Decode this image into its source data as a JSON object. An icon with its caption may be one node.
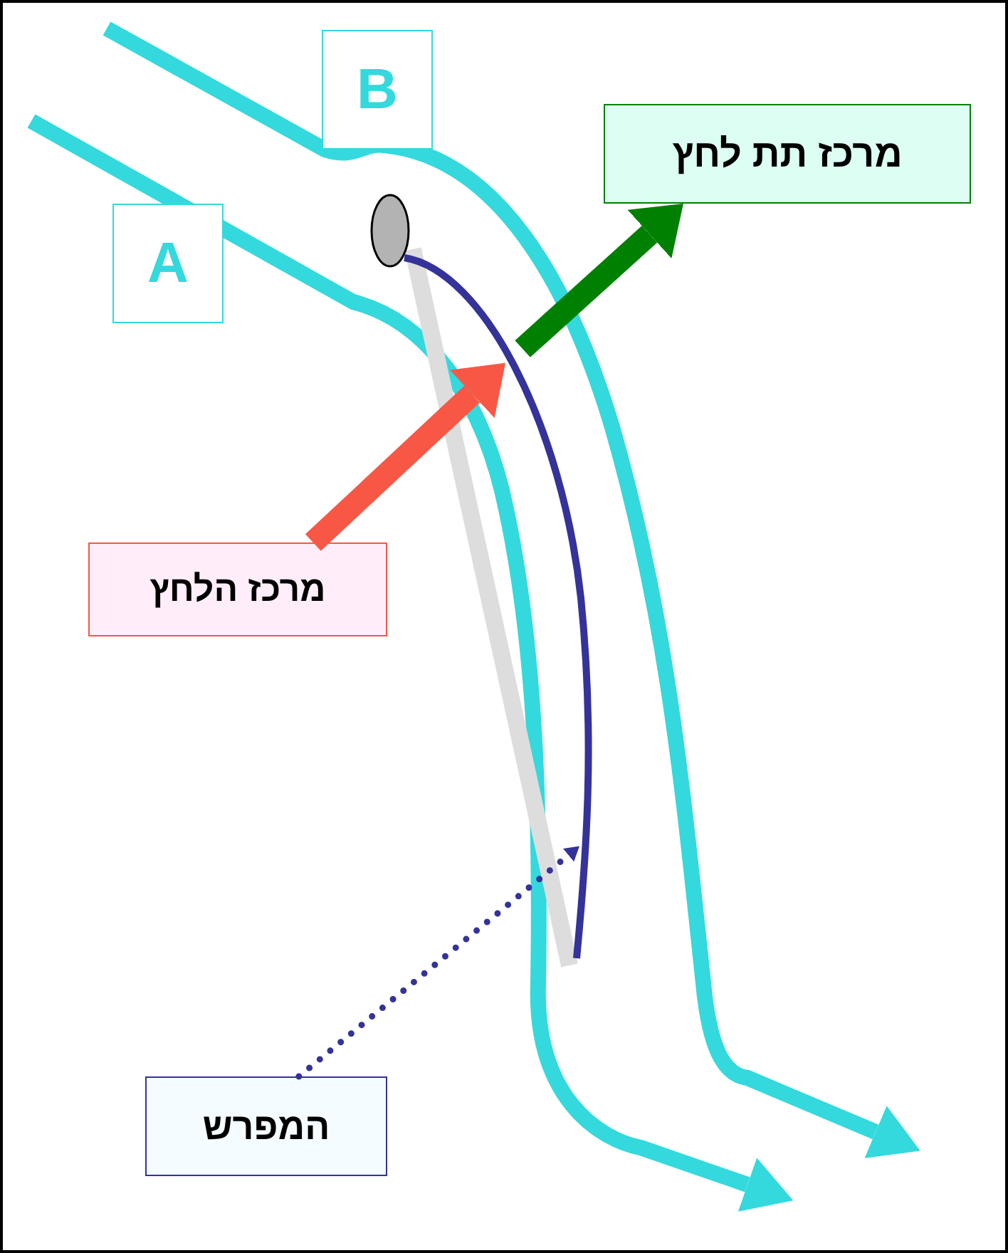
{
  "diagram": {
    "nodes": [
      {
        "text": [
          "B"
        ]
      },
      {
        "text": [
          "A"
        ]
      },
      {
        "text": [
          "מרכז תת לחץ"
        ]
      },
      {
        "text": [
          "מרכז הלחץ"
        ]
      },
      {
        "text": [
          "המפרש"
        ]
      },
      {
        "text": [],
        "shape": "picture"
      }
    ],
    "edges": [
      {
        "from": 3,
        "to": 5,
        "arrow": "to",
        "color": "#f95745"
      },
      {
        "from": 5,
        "to": 2,
        "arrow": "to",
        "color": "#008000"
      },
      {
        "from": 4,
        "to": 5,
        "arrow": "to",
        "style": "dashed",
        "color": "#333399"
      }
    ]
  }
}
